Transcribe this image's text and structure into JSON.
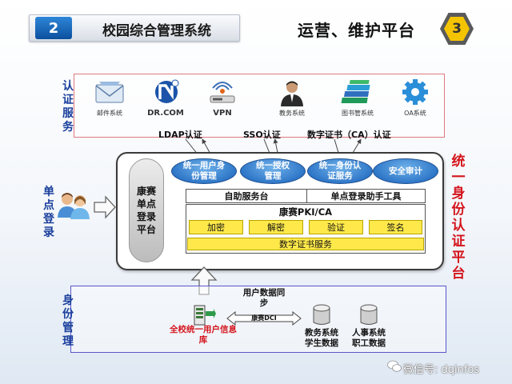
{
  "header": {
    "badge": "2",
    "title": "校园综合管理系统",
    "right_title": "运营、维护平台",
    "page_number": "3"
  },
  "auth": {
    "label": "认证服务",
    "items": [
      {
        "label": "邮件系统",
        "icon": "mail-icon"
      },
      {
        "label": "",
        "icon": "drcom-logo"
      },
      {
        "label": "",
        "icon": "vpn-icon"
      },
      {
        "label": "教务系统",
        "icon": "user-admin-icon"
      },
      {
        "label": "图书管系统",
        "icon": "books-icon"
      },
      {
        "label": "OA系统",
        "icon": "gear-icon"
      }
    ],
    "drcom_text": "DR.COM",
    "vpn_text": "VPN",
    "protocols": [
      "LDAP认证",
      "SSO认证",
      "数字证书（CA）认证"
    ]
  },
  "sso": {
    "label": "单点登录"
  },
  "core": {
    "pill": "康赛单点登录平台",
    "ovals": [
      "统一用户身份管理",
      "统一授权管理",
      "统一身份认证服务",
      "安全审计"
    ],
    "row1": [
      "自助服务台",
      "单点登录助手工具"
    ],
    "pki_title": "康赛PKI/CA",
    "pki_items": [
      "加密",
      "解密",
      "验证",
      "签名"
    ],
    "pki_bar": "数字证书服务",
    "side_label": "统一身份认证平台"
  },
  "identity": {
    "label": "身份管理",
    "db_label": "全校统一用户信息库",
    "sync_label": "用户数据同步",
    "dci_label": "康赛DCI",
    "systems": [
      {
        "name": "教务系统",
        "sub": "学生数据"
      },
      {
        "name": "人事系统",
        "sub": "职工数据"
      }
    ]
  },
  "watermark": "微信号: dqinfos",
  "colors": {
    "header_badge": "#0b4f9e",
    "auth_border": "#e07a80",
    "identity_border": "#5b56c9",
    "oval_blue": "#2f77c8",
    "pki_yellow": "#ffe94a",
    "accent_red": "#d4141c",
    "label_blue": "#1a3f9c"
  }
}
